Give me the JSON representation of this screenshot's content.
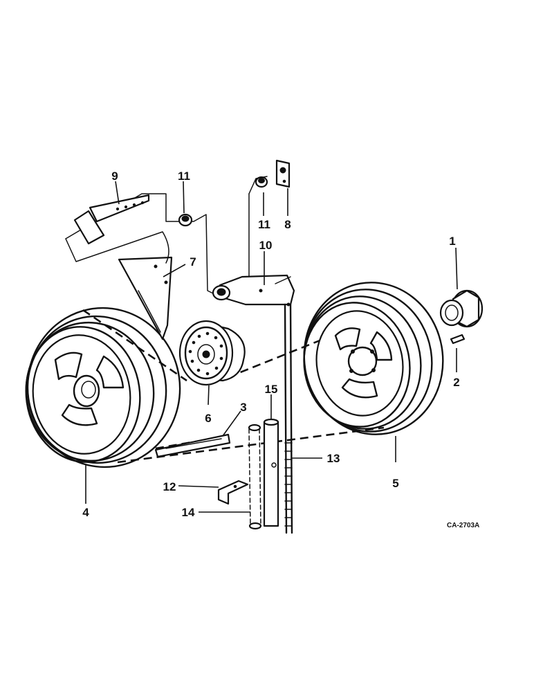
{
  "callouts": {
    "c1": "1",
    "c2": "2",
    "c3": "3",
    "c4": "4",
    "c5": "5",
    "c6": "6",
    "c7": "7",
    "c8": "8",
    "c9": "9",
    "c10": "10",
    "c11a": "11",
    "c11b": "11",
    "c12": "12",
    "c13": "13",
    "c14": "14",
    "c15": "15"
  },
  "drawing_code": "CA-2703A",
  "colors": {
    "ink": "#111111",
    "paper": "#ffffff"
  }
}
